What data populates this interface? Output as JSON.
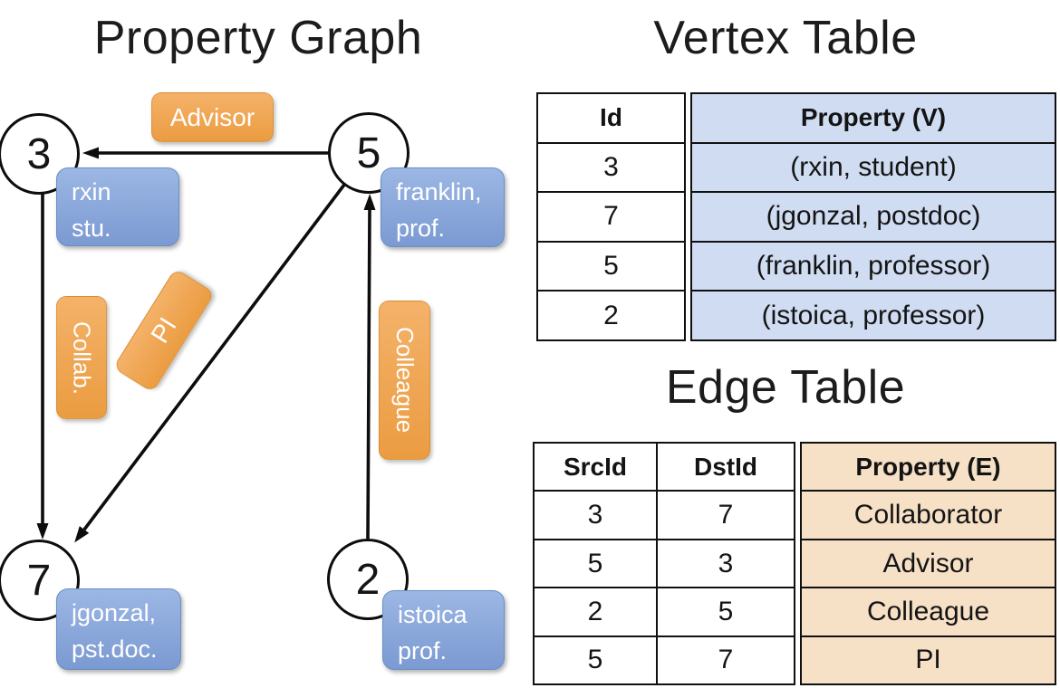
{
  "colors": {
    "edge_line": "#0d0d0d",
    "node_border": "#0d0d0d",
    "orange_label_top": "#f4b269",
    "orange_label_bottom": "#eb9c41",
    "blue_box_top": "#9cb7e4",
    "blue_box_bottom": "#7b9ad2",
    "vertex_cell_fill": "#cfdcf2",
    "edge_cell_fill": "#f6e0c6"
  },
  "graph": {
    "title": "Property Graph",
    "nodes": [
      {
        "id": "3",
        "property_line1": "rxin",
        "property_line2": "stu."
      },
      {
        "id": "5",
        "property_line1": "franklin,",
        "property_line2": "prof."
      },
      {
        "id": "7",
        "property_line1": "jgonzal,",
        "property_line2": "pst.doc."
      },
      {
        "id": "2",
        "property_line1": "istoica",
        "property_line2": "prof."
      }
    ],
    "edge_labels": {
      "advisor": "Advisor",
      "collab": "Collab.",
      "pi": "PI",
      "colleague": "Colleague"
    }
  },
  "vertex_table": {
    "title": "Vertex Table",
    "headers": {
      "id": "Id",
      "property": "Property (V)"
    },
    "rows": [
      {
        "id": "3",
        "property": "(rxin, student)"
      },
      {
        "id": "7",
        "property": "(jgonzal, postdoc)"
      },
      {
        "id": "5",
        "property": "(franklin, professor)"
      },
      {
        "id": "2",
        "property": "(istoica, professor)"
      }
    ]
  },
  "edge_table": {
    "title": "Edge Table",
    "headers": {
      "src": "SrcId",
      "dst": "DstId",
      "property": "Property (E)"
    },
    "rows": [
      {
        "src": "3",
        "dst": "7",
        "property": "Collaborator"
      },
      {
        "src": "5",
        "dst": "3",
        "property": "Advisor"
      },
      {
        "src": "2",
        "dst": "5",
        "property": "Colleague"
      },
      {
        "src": "5",
        "dst": "7",
        "property": "PI"
      }
    ]
  }
}
